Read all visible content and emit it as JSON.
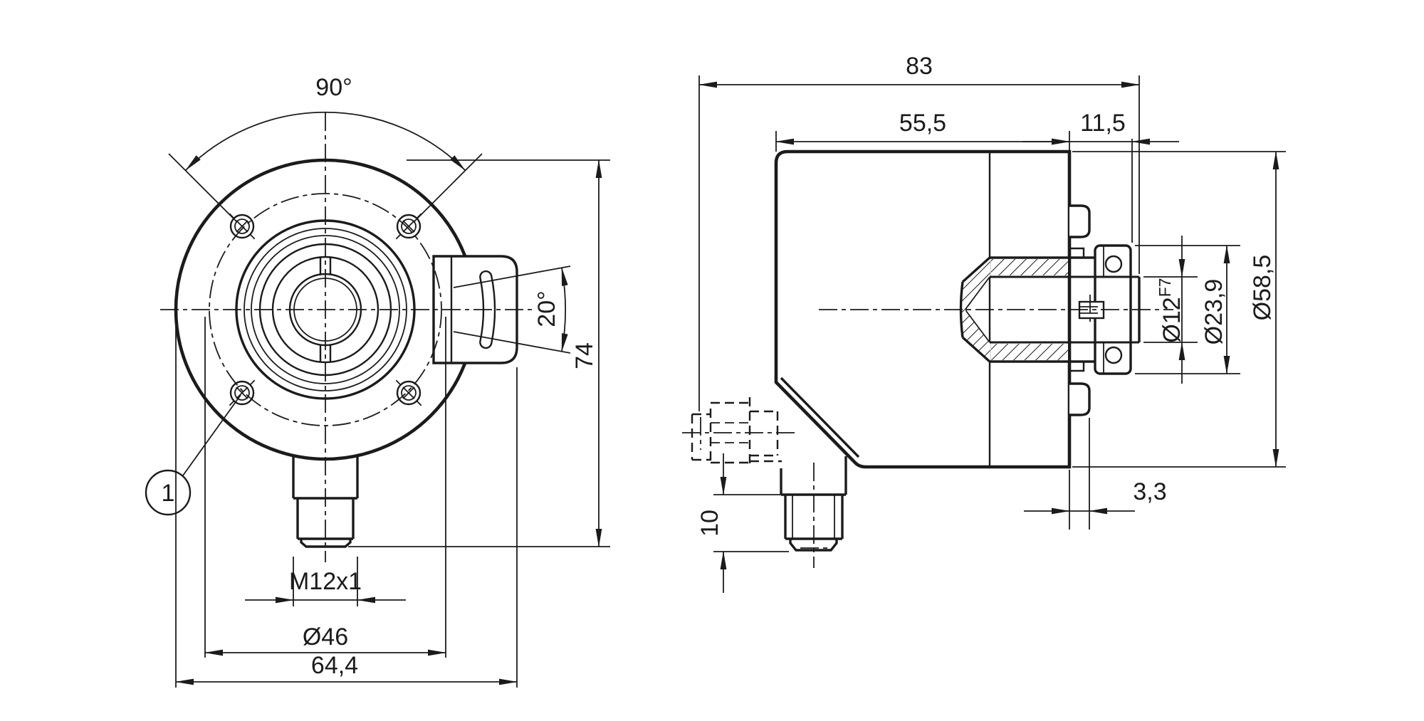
{
  "front_view": {
    "screw_angle": "90°",
    "clamp_slot_angle": "20°",
    "overall_height": "74",
    "connector_thread": "M12x1",
    "bolt_circle_dia": "Ø46",
    "overall_width": "64,4",
    "balloon": "1"
  },
  "side_view": {
    "overall_length": "83",
    "housing_length": "55,5",
    "shaft_protrusion": "11,5",
    "shaft_dia": "Ø12",
    "shaft_tolerance": "F7",
    "clamp_ring_dia": "Ø23,9",
    "housing_dia": "Ø58,5",
    "flange_gap": "3,3",
    "connector_thread_length": "10"
  },
  "colors": {
    "line": "#1b1b1b",
    "background": "#ffffff"
  }
}
